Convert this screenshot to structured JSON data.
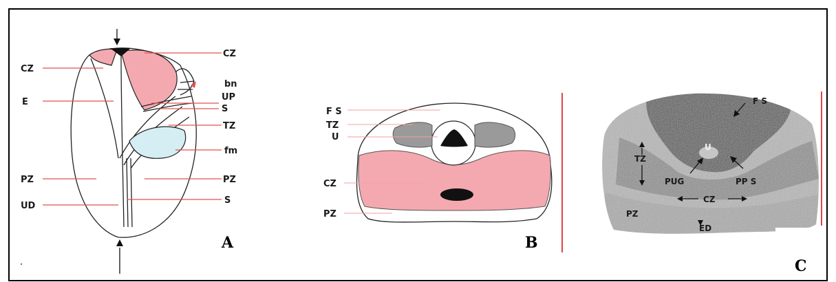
{
  "panels": {
    "a": {
      "letter": "A",
      "labels": {
        "cz_left": "CZ",
        "e": "E",
        "pz_left": "PZ",
        "ud": "UD",
        "cz_right": "CZ",
        "bn": "bn",
        "up": "UP",
        "s_upper": "S",
        "tz": "TZ",
        "fm": "fm",
        "pz_right": "PZ",
        "s_lower": "S"
      }
    },
    "b": {
      "letter": "B",
      "labels": {
        "fs": "F S",
        "tz": "TZ",
        "u": "U",
        "cz": "CZ",
        "pz": "PZ"
      }
    },
    "c": {
      "letter": "C",
      "labels": {
        "fs": "F S",
        "u": "U",
        "tz": "TZ",
        "pug": "PUG",
        "pps": "PP S",
        "cz": "CZ",
        "pz": "PZ",
        "ed": "ED"
      }
    }
  },
  "colors": {
    "zone_pink": "#f4a9b0",
    "tz_gray": "#9a9a9a",
    "leader_red": "#e05050",
    "divider_red": "#e04545",
    "frame": "#000000"
  }
}
